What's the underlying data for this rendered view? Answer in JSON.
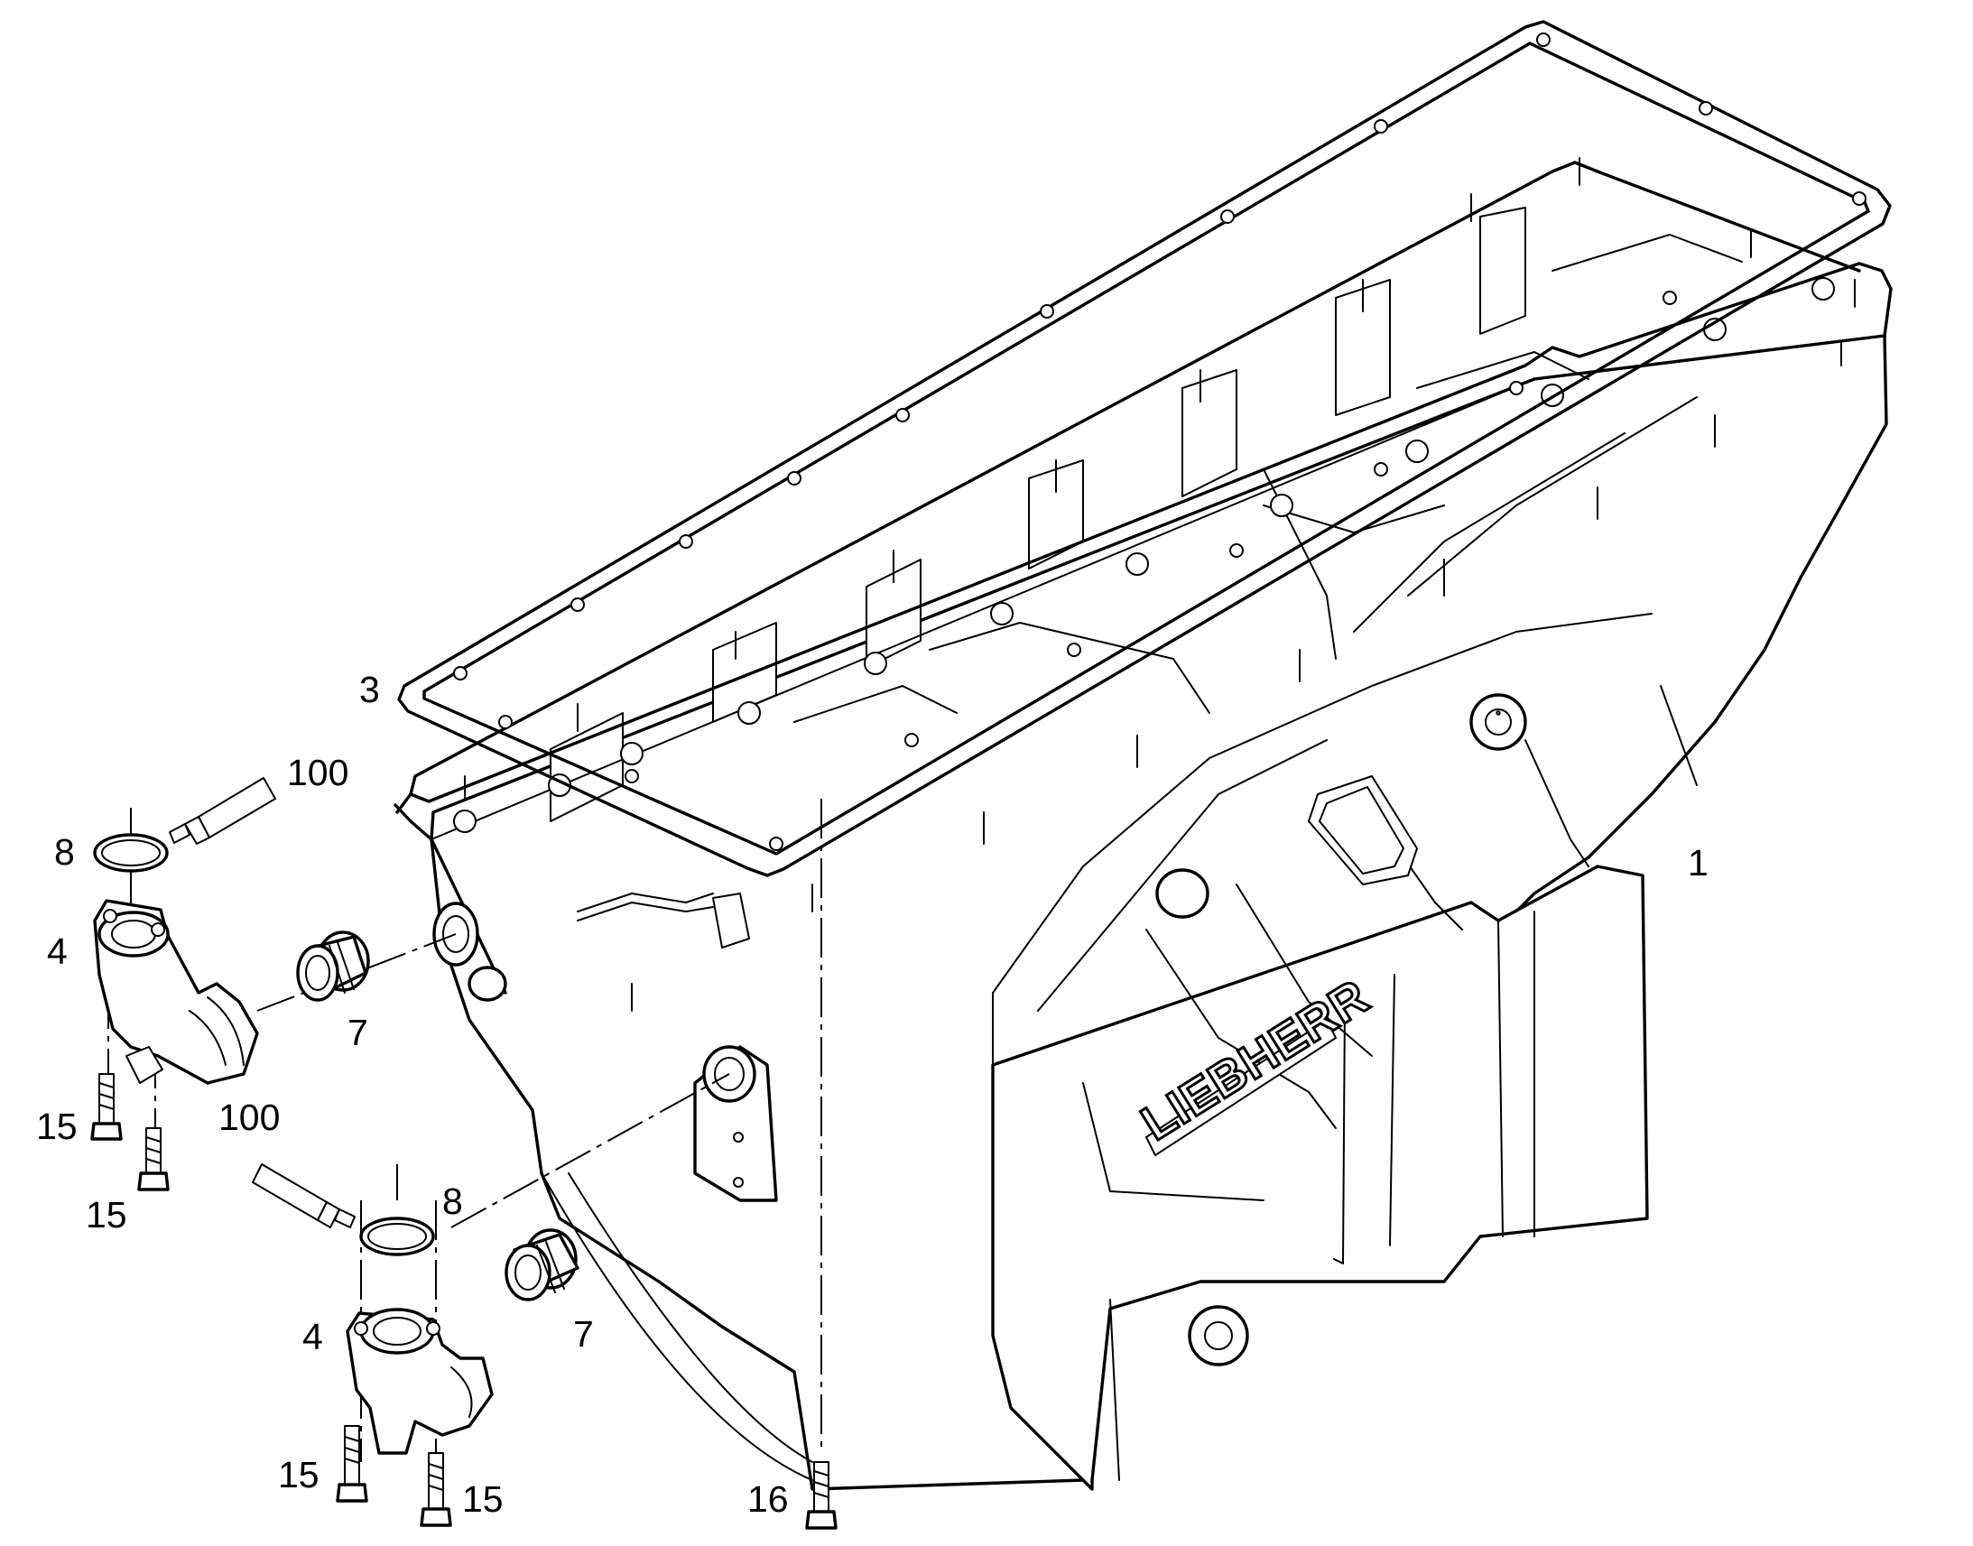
{
  "callouts": {
    "c1": "1",
    "c3": "3",
    "c4a": "4",
    "c4b": "4",
    "c7a": "7",
    "c7b": "7",
    "c8a": "8",
    "c8b": "8",
    "c15a": "15",
    "c15b": "15",
    "c15c": "15",
    "c15d": "15",
    "c16": "16",
    "c100a": "100",
    "c100b": "100"
  },
  "brand_logo": "LIEBHERR",
  "colors": {
    "line": "#000000",
    "background": "#ffffff",
    "shade": "#8a8a8a"
  }
}
